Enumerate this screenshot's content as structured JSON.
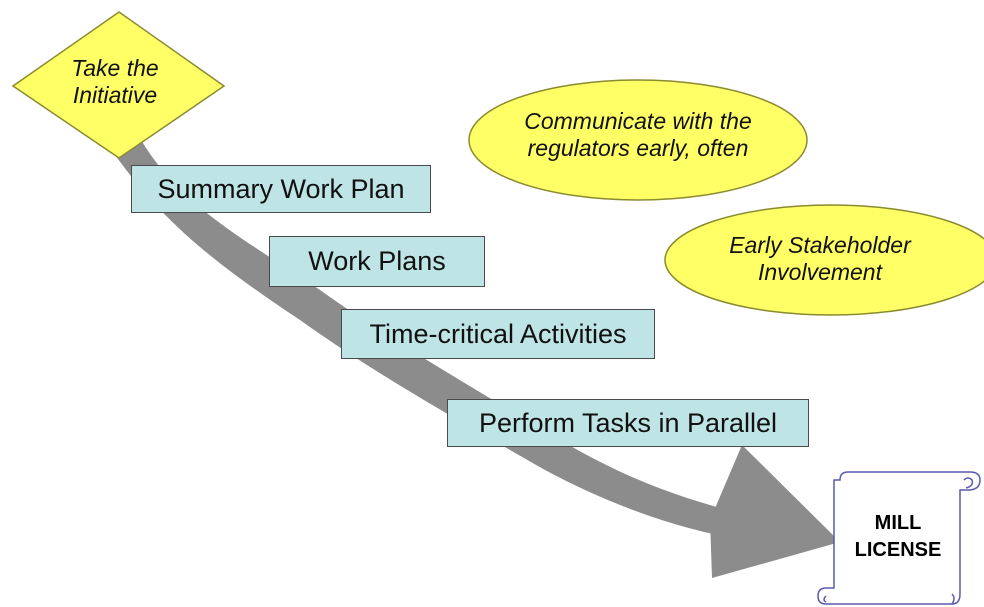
{
  "start": {
    "line1": "Take the",
    "line2": "Initiative"
  },
  "steps": [
    {
      "label": "Summary Work Plan"
    },
    {
      "label": "Work Plans"
    },
    {
      "label": "Time-critical Activities"
    },
    {
      "label": "Perform Tasks in Parallel"
    }
  ],
  "notes": {
    "communicate": {
      "line1": "Communicate with the",
      "line2": "regulators early, often"
    },
    "stakeholder": {
      "line1": "Early Stakeholder",
      "line2": "Involvement"
    }
  },
  "outcome": {
    "line1": "MILL",
    "line2": "LICENSE"
  },
  "colors": {
    "yellow_fill": "#ffff66",
    "yellow_stroke": "#9a9a3a",
    "step_fill": "#bfe4e6",
    "arrow": "#8c8c8c"
  }
}
